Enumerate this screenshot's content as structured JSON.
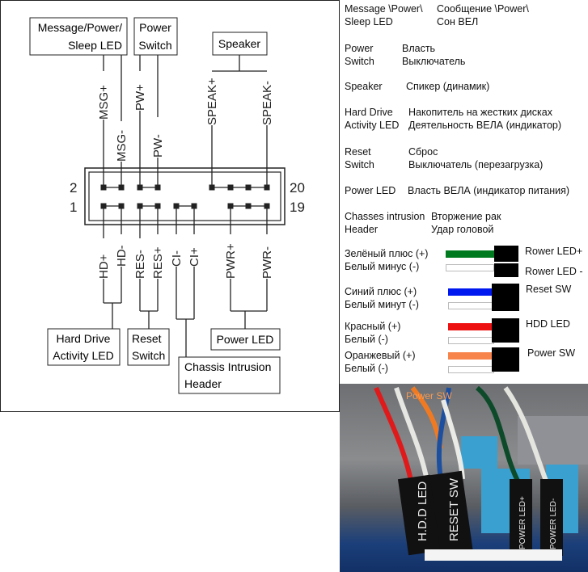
{
  "diagram": {
    "top_labels": {
      "msg_led": [
        "Message/Power/",
        "Sleep LED"
      ],
      "power_switch": [
        "Power",
        "Switch"
      ],
      "speaker": "Speaker"
    },
    "bottom_labels": {
      "hdd_led": [
        "Hard Drive",
        "Activity LED"
      ],
      "reset_switch": [
        "Reset",
        "Switch"
      ],
      "power_led": "Power LED",
      "chassis": [
        "Chassis Intrusion",
        "Header"
      ]
    },
    "pins_top": [
      "MSG+",
      "MSG-",
      "PW+",
      "PW-",
      "SPEAK+",
      "SPEAK-"
    ],
    "pins_bottom": [
      "HD+",
      "HD-",
      "RES-",
      "RES+",
      "CI-",
      "CI+",
      "PWR+",
      "PWR-"
    ],
    "pin_numbers": {
      "top_left": "2",
      "bottom_left": "1",
      "top_right": "20",
      "bottom_right": "19"
    }
  },
  "legend": [
    {
      "en": [
        "Message \\Power\\",
        "Sleep LED"
      ],
      "ru": [
        "Сообщение \\Power\\",
        "Сон ВЕЛ"
      ]
    },
    {
      "en": [
        "Power",
        "Switch"
      ],
      "ru": [
        "Власть",
        "Выключатель"
      ]
    },
    {
      "en": [
        "Speaker"
      ],
      "ru": [
        "Спикер (динамик)"
      ]
    },
    {
      "en": [
        "Hard Drive",
        "Activity LED"
      ],
      "ru": [
        "Накопитель на жестких дисках",
        "Деятельность ВЕЛА  (индикатор)"
      ]
    },
    {
      "en": [
        "Reset",
        "Switch"
      ],
      "ru": [
        "Сброс",
        "Выключатель (перезагрузка)"
      ]
    },
    {
      "en": [
        "Power LED"
      ],
      "ru": [
        "Власть ВЕЛА  (индикатор питания)"
      ]
    },
    {
      "en": [
        "Chasses intrusion",
        "Header"
      ],
      "ru": [
        "Вторжение рак",
        "Удар головой"
      ]
    }
  ],
  "wires": [
    {
      "plus": "Зелёный  плюс  (+)",
      "minus": "Белый    минус (-)",
      "color": "#007a1e",
      "label": [
        "Rower LED+",
        "Rower LED -"
      ]
    },
    {
      "plus": "Синий плюс (+)",
      "minus": "Белый минут (-)",
      "color": "#0018f0",
      "label": [
        "Reset SW"
      ]
    },
    {
      "plus": "Красный        (+)",
      "minus": "Белый             (-)",
      "color": "#ee1111",
      "label": [
        "HDD LED"
      ]
    },
    {
      "plus": "Оранжевый   (+)",
      "minus": "Белый             (-)",
      "color": "#f7844a",
      "label": [
        "Power SW"
      ]
    }
  ],
  "photo": {
    "overlay_text": "Power SW",
    "connectors": [
      "H.D.D LED",
      "RESET SW",
      "POWER LED+",
      "POWER LED-"
    ]
  }
}
